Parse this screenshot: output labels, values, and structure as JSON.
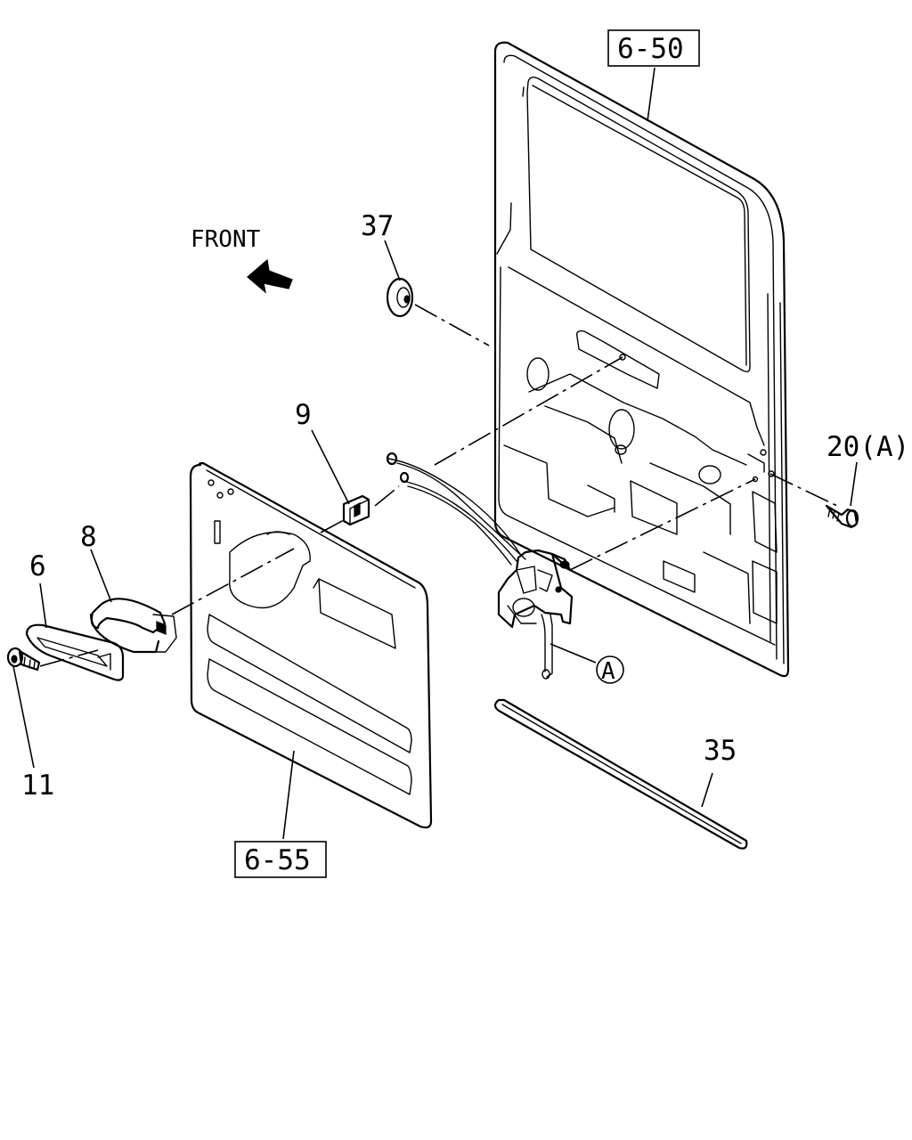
{
  "direction": {
    "label": "FRONT"
  },
  "references": {
    "door_panel": "6-50",
    "trim_panel": "6-55"
  },
  "callouts": {
    "grommet": "37",
    "clip": "9",
    "screw_a": "20(A)",
    "handle_bezel": "6",
    "inner_handle": "8",
    "screw": "11",
    "weatherstrip": "35",
    "connector_marker": "A"
  }
}
